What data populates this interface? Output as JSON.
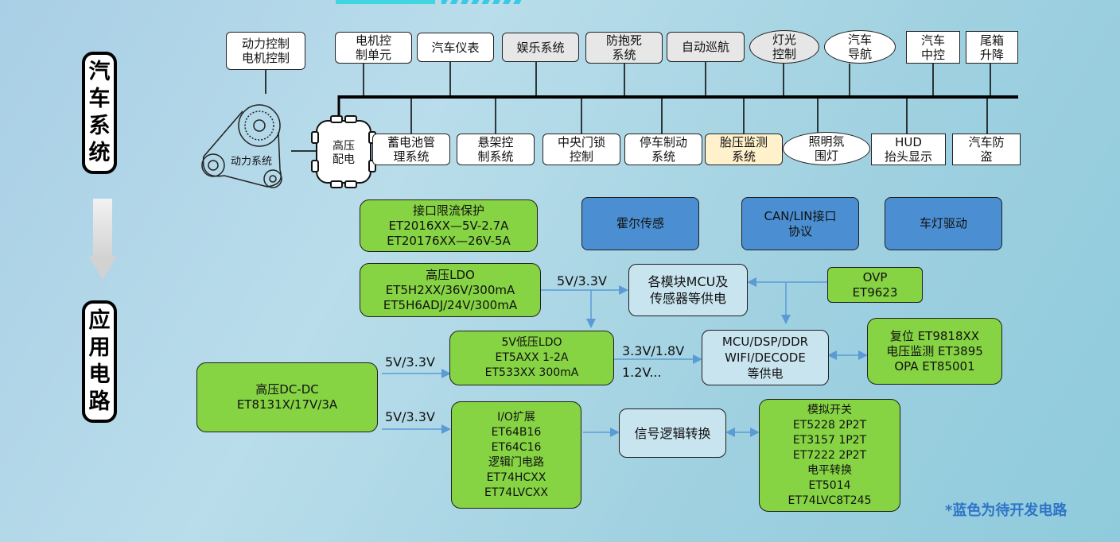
{
  "side_titles": {
    "car_system": [
      "汽",
      "车",
      "系",
      "统"
    ],
    "application_circuit": [
      "应",
      "用",
      "电",
      "路"
    ]
  },
  "system": {
    "power_control": [
      "动力控制",
      "电机控制"
    ],
    "power_system": "动力系统",
    "hv_distribution": [
      "高压",
      "配电"
    ],
    "top_row": [
      {
        "lines": [
          "电机控",
          "制单元"
        ]
      },
      {
        "lines": [
          "汽车仪表"
        ]
      },
      {
        "lines": [
          "娱乐系统"
        ]
      },
      {
        "lines": [
          "防抱死",
          "系统"
        ]
      },
      {
        "lines": [
          "自动巡航"
        ]
      },
      {
        "lines": [
          "灯光",
          "控制"
        ]
      },
      {
        "lines": [
          "汽车",
          "导航"
        ]
      },
      {
        "lines": [
          "汽车",
          "中控"
        ]
      },
      {
        "lines": [
          "尾箱",
          "升降"
        ]
      }
    ],
    "bottom_row": [
      {
        "lines": [
          "蓄电池管",
          "理系统"
        ]
      },
      {
        "lines": [
          "悬架控",
          "制系统"
        ]
      },
      {
        "lines": [
          "中央门锁",
          "控制"
        ]
      },
      {
        "lines": [
          "停车制动",
          "系统"
        ]
      },
      {
        "lines": [
          "胎压监测",
          "系统"
        ]
      },
      {
        "lines": [
          "照明氛",
          "围灯"
        ]
      },
      {
        "lines": [
          "HUD",
          "抬头显示"
        ]
      },
      {
        "lines": [
          "汽车防",
          "盗"
        ]
      }
    ]
  },
  "circuits": {
    "interface_protection": [
      "接口限流保护",
      "ET2016XX—5V-2.7A",
      "ET20176XX—26V-5A"
    ],
    "hall_sensing": [
      "霍尔传感"
    ],
    "can_lin": [
      "CAN/LIN接口",
      "协议"
    ],
    "lamp_driver": [
      "车灯驱动"
    ],
    "hv_ldo": [
      "高压LDO",
      "ET5H2XX/36V/300mA",
      "ET5H6ADJ/24V/300mA"
    ],
    "mcu_supply": [
      "各模块MCU及",
      "传感器等供电"
    ],
    "ovp": [
      "OVP",
      "ET9623"
    ],
    "lv_ldo": [
      "5V低压LDO",
      "ET5AXX 1-2A",
      "ET533XX 300mA"
    ],
    "dsp_supply": [
      "MCU/DSP/DDR",
      "WIFI/DECODE",
      "等供电"
    ],
    "reset_monitor": [
      "复位 ET9818XX",
      "电压监测 ET3895",
      "OPA ET85001"
    ],
    "hv_dcdc": [
      "高压DC-DC",
      "ET8131X/17V/3A"
    ],
    "io_expand": [
      "I/O扩展",
      "ET64B16",
      "ET64C16",
      "逻辑门电路",
      "ET74HCXX",
      "ET74LVCXX"
    ],
    "logic_convert": [
      "信号逻辑转换"
    ],
    "analog_switch": [
      "模拟开关",
      "ET5228 2P2T",
      "ET3157 1P2T",
      "ET7222 2P2T",
      "电平转换",
      "ET5014",
      "ET74LVC8T245"
    ]
  },
  "voltage_labels": {
    "ldo_out": "5V/3.3V",
    "dcdc_to_lv": "5V/3.3V",
    "dcdc_to_io": "5V/3.3V",
    "lv_out_1": "3.3V/1.8V",
    "lv_out_2": "1.2V..."
  },
  "footnote": "*蓝色为待开发电路",
  "colors": {
    "green": "#86d344",
    "blue": "#4b8fd2",
    "light": "#c8e4ef",
    "accent": "#3fd6e0",
    "note": "#2f75c7"
  }
}
